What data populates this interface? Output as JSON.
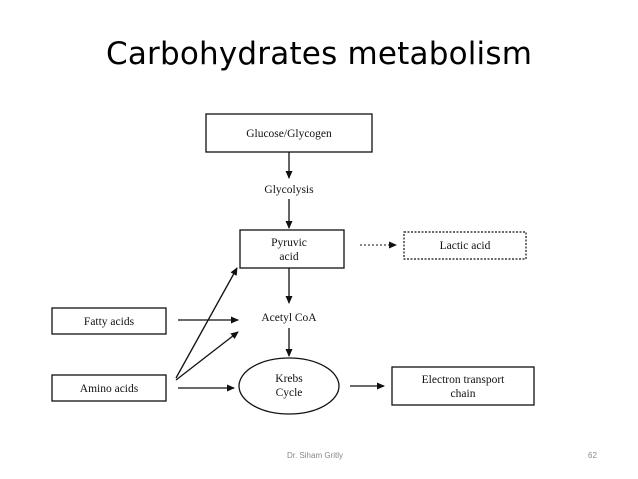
{
  "slide": {
    "title": "Carbohydrates metabolism"
  },
  "diagram": {
    "nodes": {
      "glucose": "Glucose/Glycogen",
      "glycolysis": "Glycolysis",
      "pyruvic_line1": "Pyruvic",
      "pyruvic_line2": "acid",
      "lactic": "Lactic acid",
      "fatty": "Fatty acids",
      "acetyl": "Acetyl CoA",
      "amino": "Amino acids",
      "krebs_line1": "Krebs",
      "krebs_line2": "Cycle",
      "etc_line1": "Electron transport",
      "etc_line2": "chain"
    }
  },
  "footer": {
    "author": "Dr. Siham Gritly",
    "page_number": "62"
  }
}
